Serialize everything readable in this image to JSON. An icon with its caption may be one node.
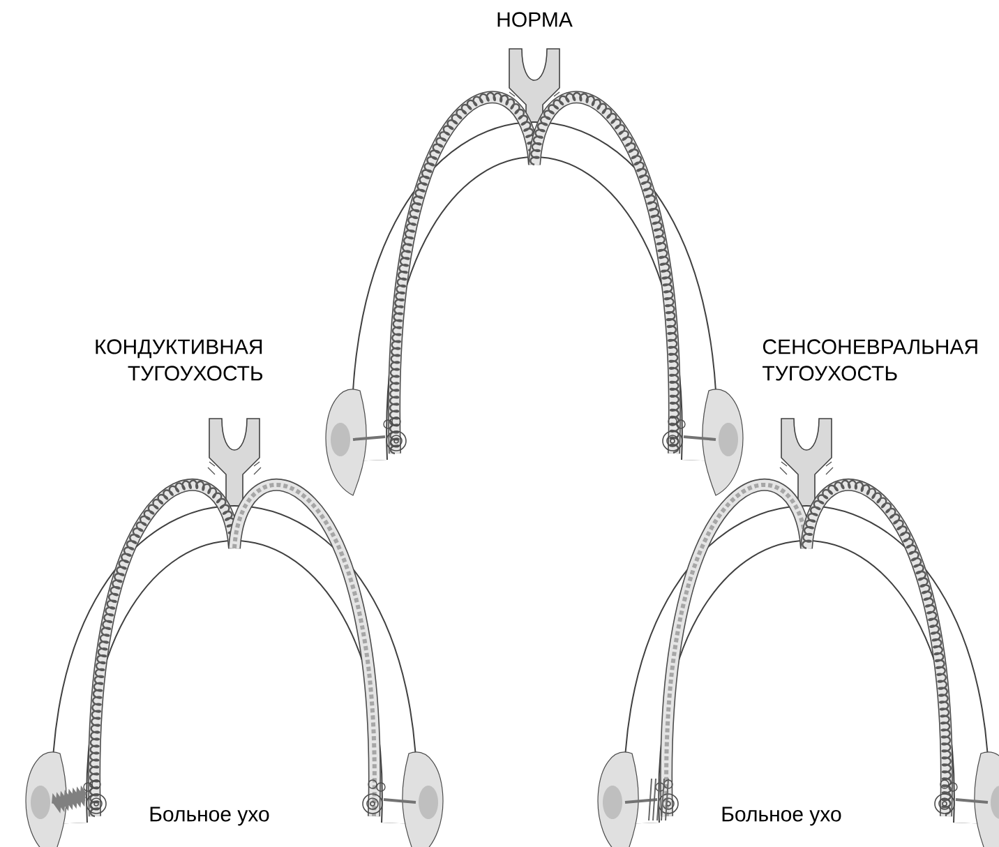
{
  "diagram": {
    "labels": [
      "НОРМА",
      "КОНДУКТИВНАЯ ТУГОУХОСТЬ",
      "СЕНСОНЕВРАЛЬНАЯ ТУГОУХОСТЬ",
      "Больное ухо",
      "Больное ухо"
    ]
  }
}
